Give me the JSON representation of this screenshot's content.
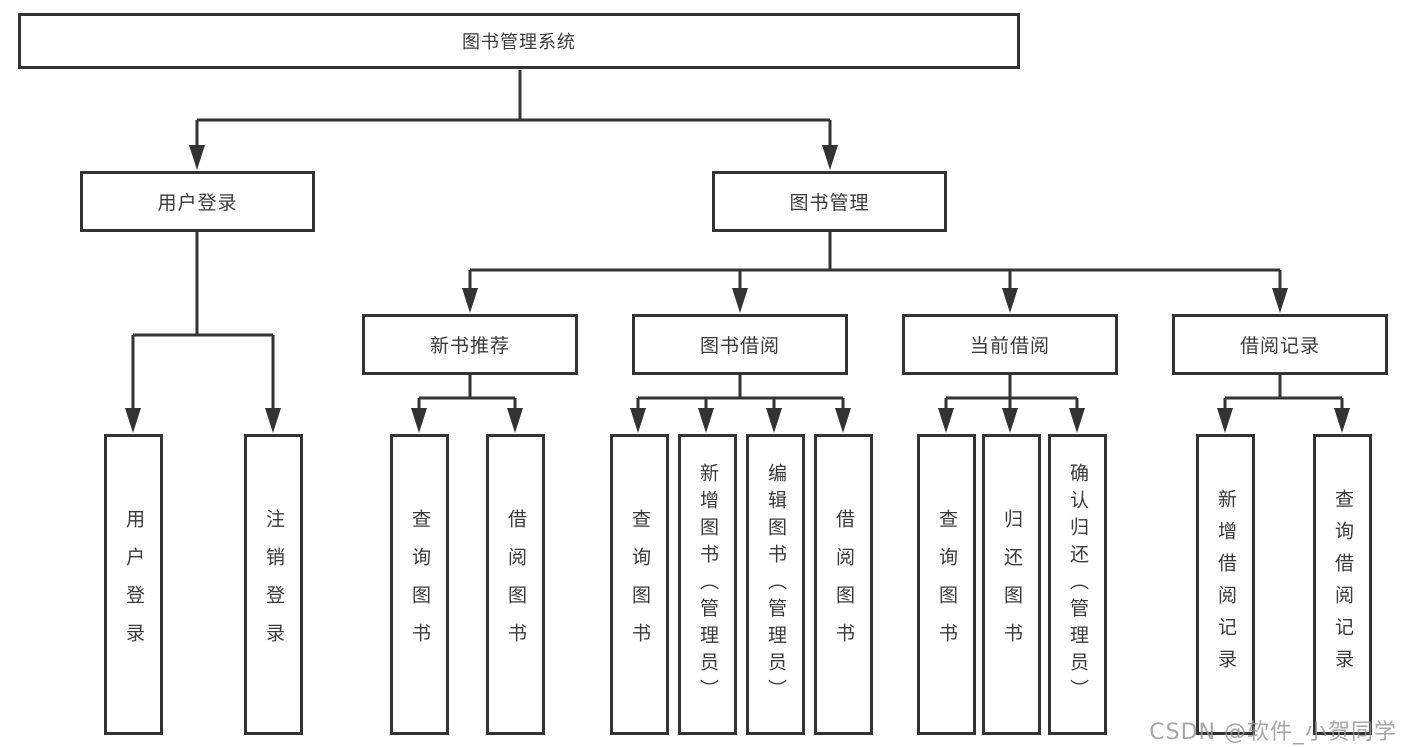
{
  "diagram": {
    "root": {
      "label": "图书管理系统"
    },
    "level2": [
      {
        "label": "用户登录"
      },
      {
        "label": "图书管理"
      }
    ],
    "level3": [
      {
        "label": "新书推荐"
      },
      {
        "label": "图书借阅"
      },
      {
        "label": "当前借阅"
      },
      {
        "label": "借阅记录"
      }
    ],
    "leaves": {
      "login_group": [
        {
          "label": "用户登录"
        },
        {
          "label": "注销登录"
        }
      ],
      "recommend_group": [
        {
          "label": "查询图书"
        },
        {
          "label": "借阅图书"
        }
      ],
      "borrow_group": [
        {
          "label": "查询图书"
        },
        {
          "label": "新增图书（管理员）"
        },
        {
          "label": "编辑图书（管理员）"
        },
        {
          "label": "借阅图书"
        }
      ],
      "current_group": [
        {
          "label": "查询图书"
        },
        {
          "label": "归还图书"
        },
        {
          "label": "确认归还（管理员）"
        }
      ],
      "record_group": [
        {
          "label": "新增借阅记录"
        },
        {
          "label": "查询借阅记录"
        }
      ]
    },
    "watermark": "CSDN @软件_小贺同学",
    "colors": {
      "line": "#333333",
      "text": "#3a3a3a",
      "background": "#ffffff",
      "watermark": "#949494"
    }
  }
}
